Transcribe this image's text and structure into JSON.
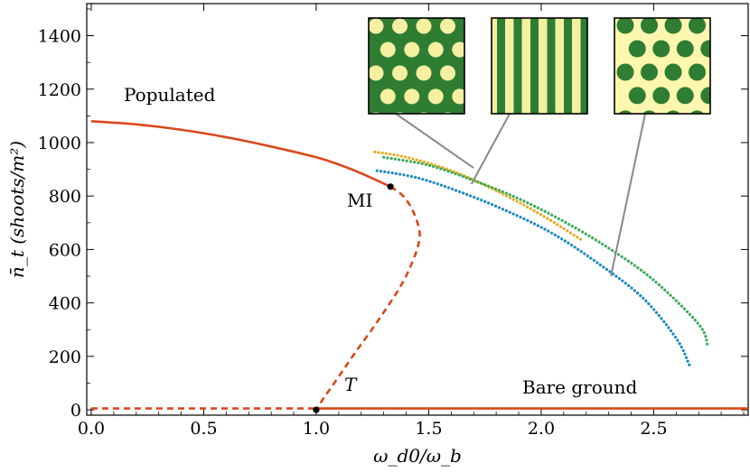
{
  "chart_data": {
    "type": "line",
    "xlabel": "ω_d0/ω_b",
    "ylabel": "n̄_t (shoots/m²)",
    "xlim": [
      -0.02,
      2.92
    ],
    "ylim": [
      -20,
      1520
    ],
    "x_ticks": [
      "0.0",
      "0.5",
      "1.0",
      "1.5",
      "2.0",
      "2.5"
    ],
    "x_tick_values": [
      0.0,
      0.5,
      1.0,
      1.5,
      2.0,
      2.5
    ],
    "y_ticks": [
      "0",
      "200",
      "400",
      "600",
      "800",
      "1000",
      "1200",
      "1400"
    ],
    "y_tick_values": [
      0,
      200,
      400,
      600,
      800,
      1000,
      1200,
      1400
    ],
    "annotations": {
      "populated": "Populated",
      "mi": "MI",
      "t": "T",
      "bare_ground": "Bare ground"
    },
    "points": {
      "MI": [
        1.33,
        835
      ],
      "T": [
        1.0,
        0
      ]
    },
    "series": [
      {
        "id": "uniform-stable",
        "style": "solid",
        "color": "#d9481c",
        "x": [
          0.0,
          0.2,
          0.4,
          0.6,
          0.8,
          1.0,
          1.1,
          1.2,
          1.33
        ],
        "y": [
          1080,
          1068,
          1048,
          1020,
          985,
          945,
          918,
          885,
          835
        ]
      },
      {
        "id": "uniform-unstable",
        "style": "dashed",
        "color": "#d9481c",
        "x": [
          1.33,
          1.38,
          1.42,
          1.45,
          1.46,
          1.44,
          1.38,
          1.28,
          1.17,
          1.08,
          1.03,
          1.0
        ],
        "y": [
          835,
          805,
          760,
          700,
          650,
          580,
          470,
          340,
          210,
          100,
          40,
          0
        ]
      },
      {
        "id": "bare-ground-unstable",
        "style": "dashed",
        "color": "#d9481c",
        "x": [
          0.0,
          1.0
        ],
        "y": [
          5,
          5
        ]
      },
      {
        "id": "bare-ground-stable",
        "style": "solid",
        "color": "#d9481c",
        "x": [
          1.0,
          2.92
        ],
        "y": [
          5,
          5
        ]
      },
      {
        "id": "spots",
        "style": "dotted",
        "color": "#e8a91e",
        "x": [
          1.26,
          1.4,
          1.6,
          1.8,
          2.0,
          2.18
        ],
        "y": [
          965,
          945,
          895,
          820,
          730,
          635
        ]
      },
      {
        "id": "stripes",
        "style": "dotted",
        "color": "#3aaa5a",
        "x": [
          1.3,
          1.5,
          1.7,
          1.9,
          2.1,
          2.3,
          2.5,
          2.7,
          2.74
        ],
        "y": [
          945,
          915,
          858,
          790,
          705,
          605,
          485,
          320,
          240
        ]
      },
      {
        "id": "gaps",
        "style": "dotted",
        "color": "#1b8ac2",
        "x": [
          1.27,
          1.45,
          1.65,
          1.85,
          2.05,
          2.25,
          2.45,
          2.6,
          2.66
        ],
        "y": [
          895,
          868,
          812,
          743,
          660,
          550,
          420,
          268,
          165
        ]
      }
    ],
    "insets": [
      {
        "id": "inset-spots",
        "pattern": "light spots on green",
        "background": "#2e7d32",
        "foreground": "#f5f0a0",
        "points_to": [
          1.7,
          905
        ]
      },
      {
        "id": "inset-stripes",
        "pattern": "vertical stripes",
        "background": "#f5f0a0",
        "foreground": "#2e7d32",
        "points_to": [
          1.69,
          845
        ]
      },
      {
        "id": "inset-gaps",
        "pattern": "green spots on light",
        "background": "#fff7b0",
        "foreground": "#2e7d32",
        "points_to": [
          2.31,
          500
        ]
      }
    ],
    "grid": false,
    "legend": "none"
  }
}
